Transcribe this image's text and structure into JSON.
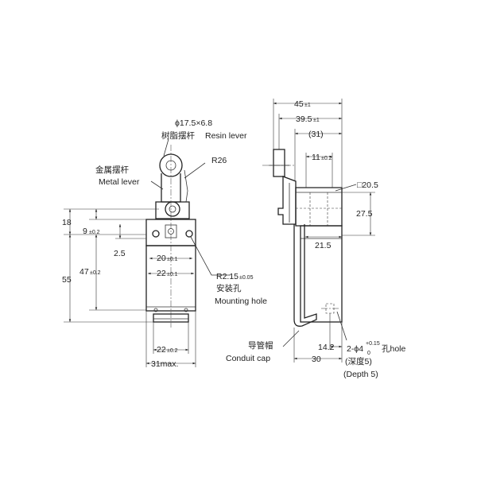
{
  "front_view": {
    "roller_spec": "ϕ17.5×6.8",
    "resin_lever_cn": "树脂摆杆",
    "resin_lever_en": "Resin lever",
    "radius_label": "R26",
    "metal_lever_cn": "金属摆杆",
    "metal_lever_en": "Metal lever",
    "dims": {
      "d18": "18",
      "d9": "9",
      "d9_tol": "±0.2",
      "d2_5": "2.5",
      "d55": "55",
      "d47": "47",
      "d47_tol": "±0.2",
      "d20": "20",
      "d20_tol": "±0.1",
      "d22a": "22",
      "d22a_tol": "±0.1",
      "d22b": "22",
      "d22b_tol": "±0.2",
      "d31max": "31max."
    },
    "hole_radius": "R2.15",
    "hole_radius_tol": "±0.05",
    "mounting_hole_cn": "安装孔",
    "mounting_hole_en": "Mounting hole"
  },
  "side_view": {
    "dims": {
      "d45": "45",
      "d45_tol": "±1",
      "d39_5": "39.5",
      "d39_5_tol": "±1",
      "d31p": "(31)",
      "d11": "11",
      "d11_tol": "±0.2",
      "d20_5": "□20.5",
      "d27_5": "27.5",
      "d21_5": "21.5",
      "d14_2": "14.2",
      "d30": "30"
    },
    "conduit_cap_cn": "导管帽",
    "conduit_cap_en": "Conduit cap",
    "hole_spec_prefix": "2-ϕ4",
    "hole_spec_sup": "+0.15",
    "hole_spec_sub": "0",
    "hole_spec_suffix": "孔hole",
    "depth_cn": "(深度5)",
    "depth_en": "(Depth 5)"
  }
}
